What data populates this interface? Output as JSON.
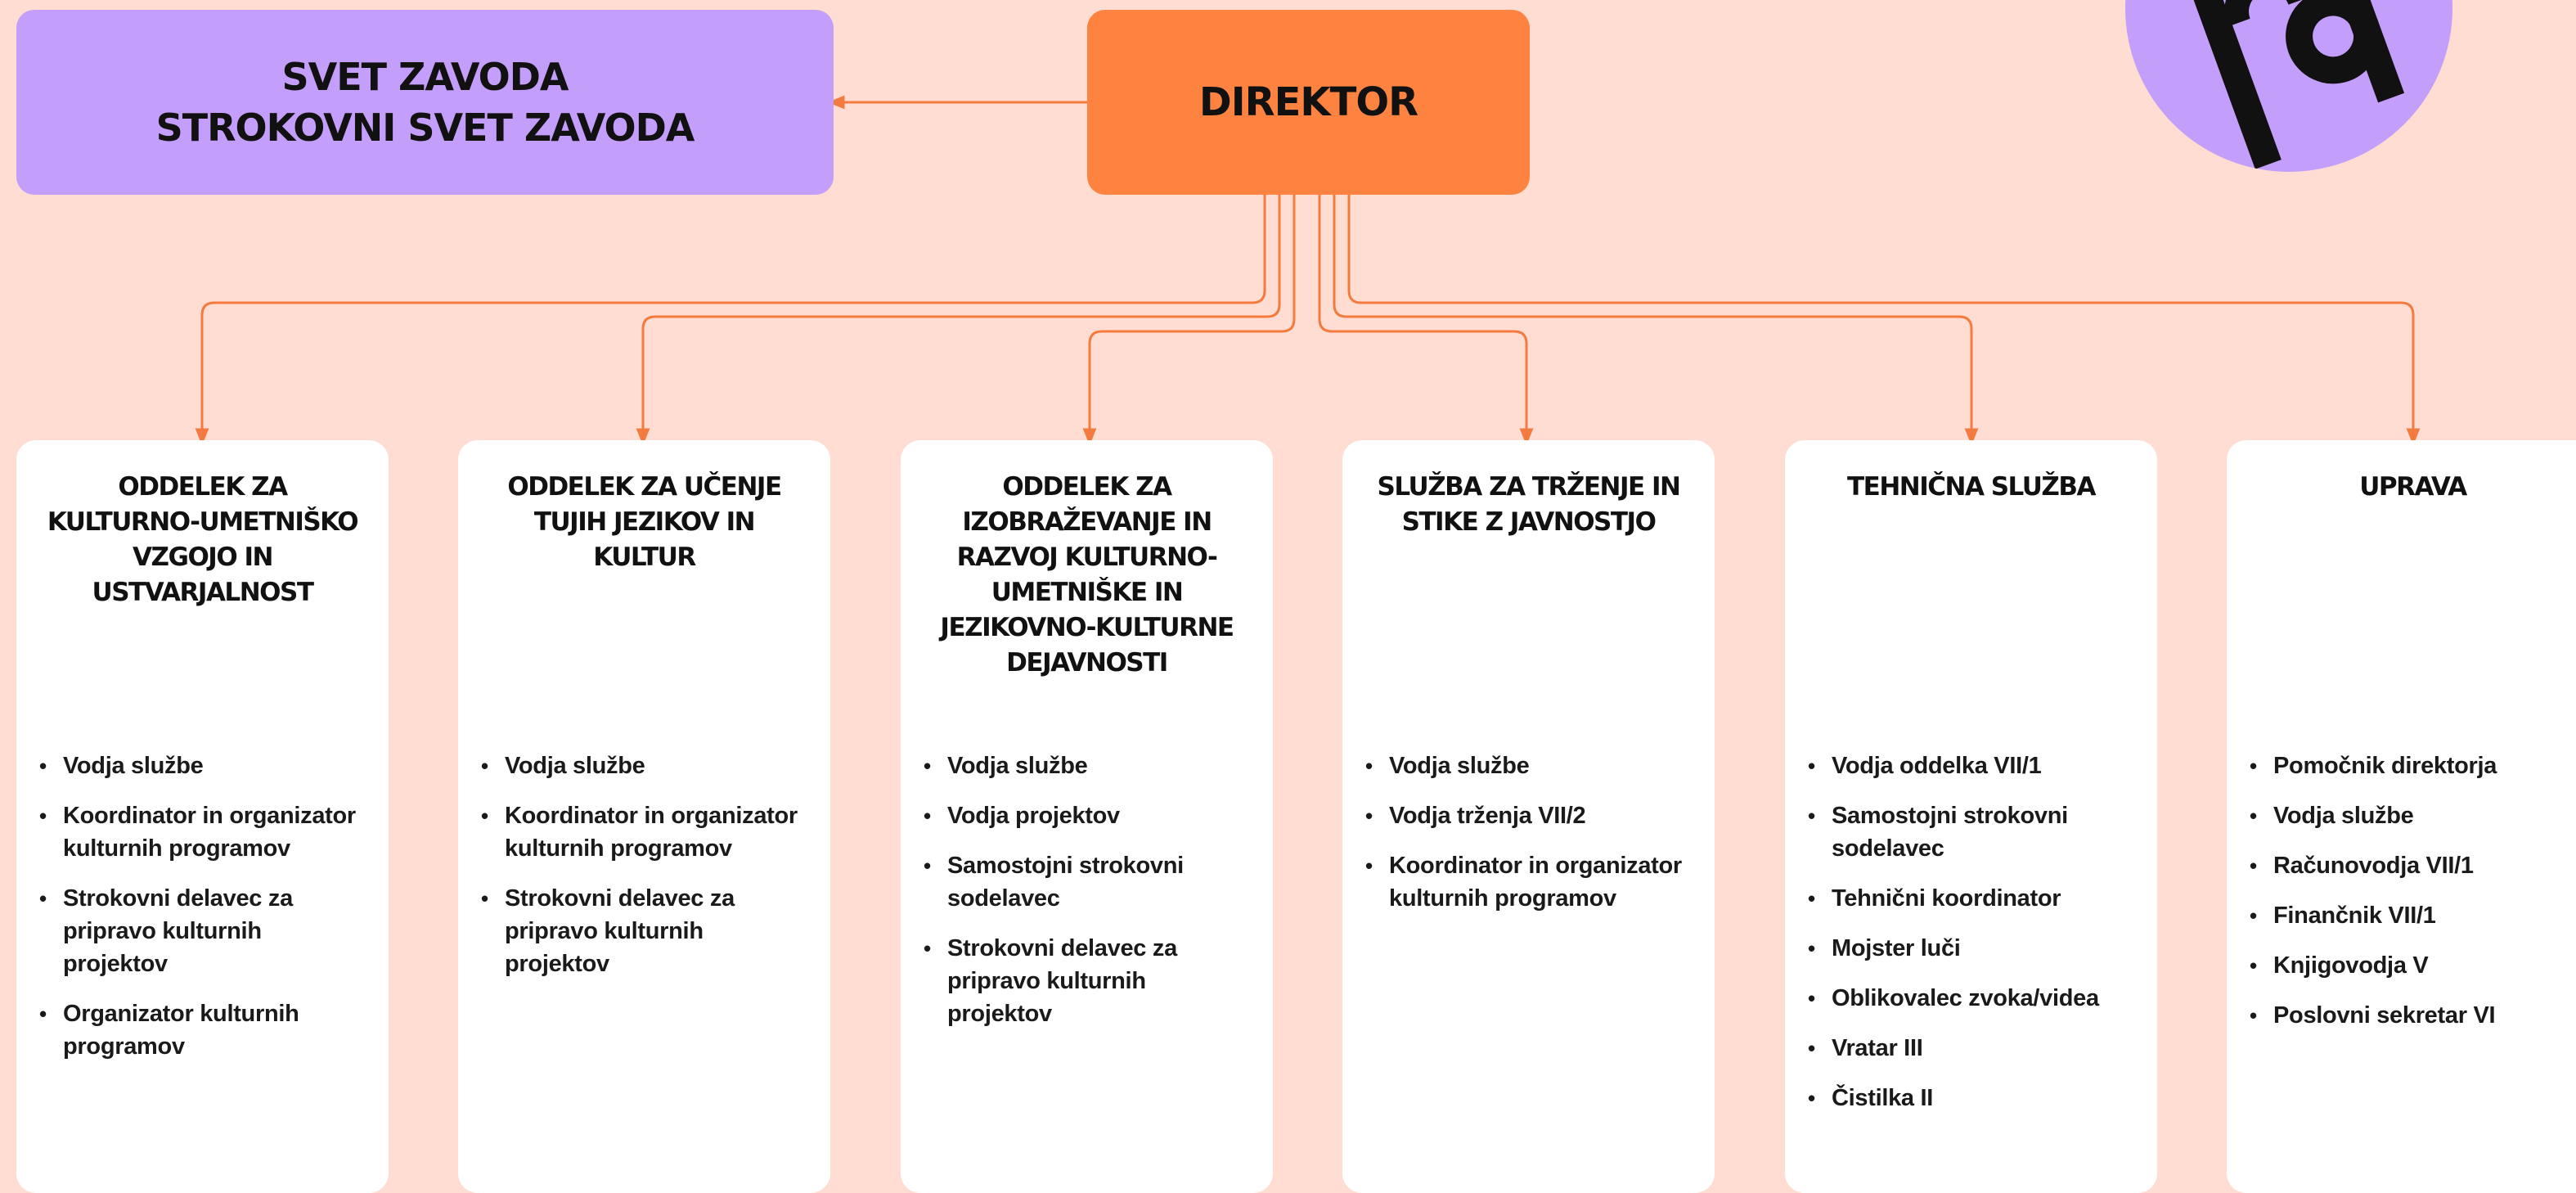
{
  "colors": {
    "background": "#FFDDD2",
    "governance_box": "#C39EFB",
    "director_box": "#FF8340",
    "connector": "#F47B3F",
    "department_card": "#FFFFFF",
    "logo_circle": "#C39EFB"
  },
  "logo": {
    "icon": "stylized-lettermark-logo"
  },
  "governance": {
    "line1": "SVET ZAVODA",
    "line2": "STROKOVNI SVET ZAVODA"
  },
  "director": {
    "title": "DIREKTOR"
  },
  "departments": [
    {
      "title": "ODDELEK ZA KULTURNO-UMETNIŠKO VZGOJO IN USTVARJALNOST",
      "items": [
        "Vodja službe",
        "Koordinator in organizator kulturnih programov",
        "Strokovni delavec za pripravo kulturnih projektov",
        "Organizator kulturnih programov"
      ]
    },
    {
      "title": "ODDELEK ZA UČENJE TUJIH JEZIKOV IN KULTUR",
      "items": [
        "Vodja službe",
        "Koordinator in organizator kulturnih programov",
        "Strokovni delavec za pripravo kulturnih projektov"
      ]
    },
    {
      "title": "ODDELEK ZA IZOBRAŽEVANJE IN RAZVOJ KULTURNO-UMETNIŠKE IN JEZIKOVNO-KULTURNE DEJAVNOSTI",
      "items": [
        "Vodja službe",
        "Vodja projektov",
        "Samostojni strokovni sodelavec",
        "Strokovni delavec za pripravo kulturnih projektov"
      ]
    },
    {
      "title": "SLUŽBA ZA TRŽENJE IN STIKE Z JAVNOSTJO",
      "items": [
        "Vodja službe",
        "Vodja trženja VII/2",
        "Koordinator in organizator kulturnih programov"
      ]
    },
    {
      "title": "TEHNIČNA SLUŽBA",
      "items": [
        "Vodja oddelka VII/1",
        "Samostojni strokovni sodelavec",
        "Tehnični  koordinator",
        "Mojster luči",
        "Oblikovalec zvoka/videa",
        "Vratar III",
        "Čistilka II"
      ]
    },
    {
      "title": "UPRAVA",
      "items": [
        "Pomočnik direktorja",
        "Vodja službe",
        "Računovodja VII/1",
        "Finančnik VII/1",
        "Knjigovodja V",
        "Poslovni sekretar VI"
      ]
    }
  ]
}
